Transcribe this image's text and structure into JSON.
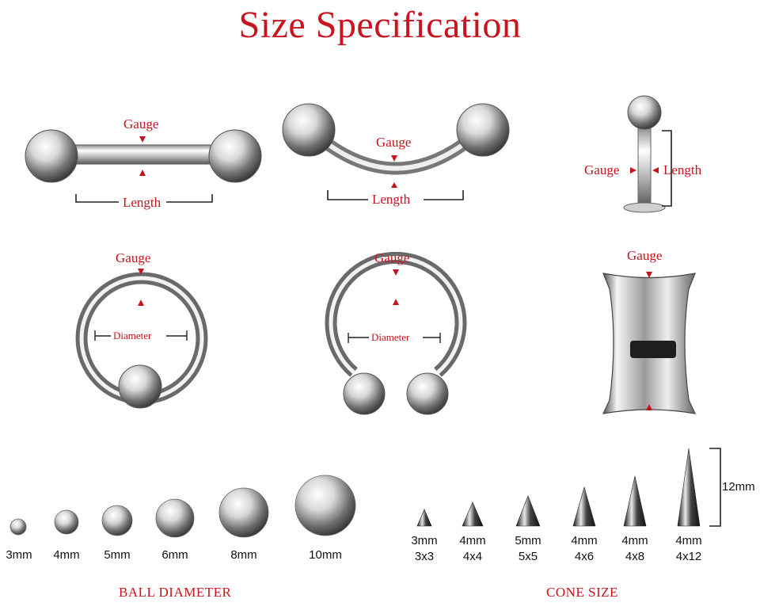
{
  "title": "Size Specification",
  "barbell": {
    "gauge": "Gauge",
    "length": "Length"
  },
  "curved": {
    "gauge": "Gauge",
    "length": "Length"
  },
  "labret": {
    "gauge": "Gauge",
    "length": "Length"
  },
  "captive_ring": {
    "gauge": "Gauge",
    "diameter": "Diameter"
  },
  "horseshoe": {
    "gauge": "Gauge",
    "diameter": "Diameter"
  },
  "tunnel": {
    "gauge": "Gauge"
  },
  "balls": {
    "caption": "BALL DIAMETER",
    "sizes": [
      "3mm",
      "4mm",
      "5mm",
      "6mm",
      "8mm",
      "10mm"
    ]
  },
  "cones": {
    "caption": "CONE SIZE",
    "height_label": "12mm",
    "items": [
      {
        "top": "3mm",
        "bottom": "3x3"
      },
      {
        "top": "4mm",
        "bottom": "4x4"
      },
      {
        "top": "5mm",
        "bottom": "5x5"
      },
      {
        "top": "4mm",
        "bottom": "4x6"
      },
      {
        "top": "4mm",
        "bottom": "4x8"
      },
      {
        "top": "4mm",
        "bottom": "4x12"
      }
    ]
  },
  "colors": {
    "label": "#c8141e",
    "metal": "#b9b9b9"
  }
}
